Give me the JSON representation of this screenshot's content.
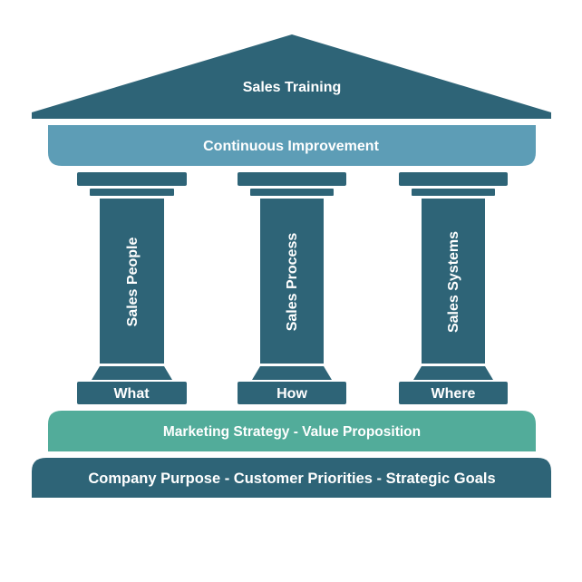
{
  "roof": {
    "label": "Sales Training"
  },
  "beam": {
    "label": "Continuous Improvement"
  },
  "pillars": [
    {
      "label": "Sales People",
      "base_label": "What"
    },
    {
      "label": "Sales Process",
      "base_label": "How"
    },
    {
      "label": "Sales Systems",
      "base_label": "Where"
    }
  ],
  "foundation_upper": {
    "label": "Marketing Strategy - Value Proposition"
  },
  "foundation_lower": {
    "label": "Company Purpose - Customer Priorities - Strategic Goals"
  },
  "colors": {
    "dark_teal": "#2e6477",
    "light_blue": "#5d9db6",
    "green": "#52ac9a",
    "text": "#ffffff"
  }
}
